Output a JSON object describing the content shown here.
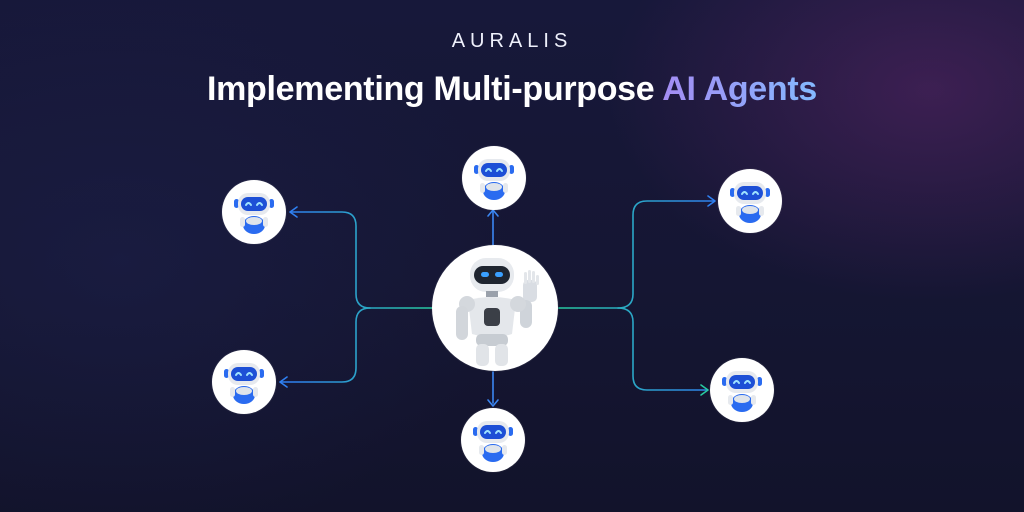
{
  "brand": {
    "name": "AURALIS"
  },
  "headline": {
    "prefix": "Implementing Multi-purpose ",
    "highlight": "AI Agents"
  },
  "colors": {
    "line_gradient_start": "#2f7ff0",
    "line_gradient_end": "#27c9a1",
    "agent_blue": "#2a6bf0",
    "accent_purple": "#a48cf3"
  },
  "diagram": {
    "hub_icon": "humanoid-robot-waving-icon",
    "agents": [
      {
        "name": "agent-top",
        "icon": "small-robot-icon"
      },
      {
        "name": "agent-upper-left",
        "icon": "small-robot-icon"
      },
      {
        "name": "agent-lower-left",
        "icon": "small-robot-icon"
      },
      {
        "name": "agent-bottom",
        "icon": "small-robot-icon"
      },
      {
        "name": "agent-upper-right",
        "icon": "small-robot-icon"
      },
      {
        "name": "agent-lower-right",
        "icon": "small-robot-icon"
      }
    ]
  }
}
